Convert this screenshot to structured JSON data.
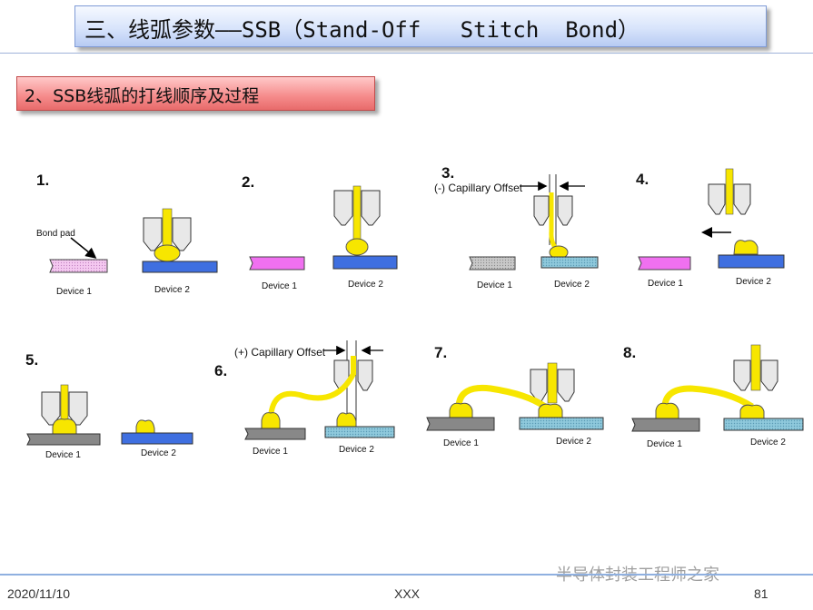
{
  "title": "三、线弧参数——SSB（Stand-Off   Stitch  Bond）",
  "subtitle": "2、SSB线弧的打线顺序及过程",
  "steps": [
    "1.",
    "2.",
    "3.",
    "4.",
    "5.",
    "6.",
    "7.",
    "8."
  ],
  "labels": {
    "bond_pad": "Bond pad",
    "device1": "Device 1",
    "device2": "Device 2",
    "neg_offset": "(-) Capillary Offset",
    "pos_offset": "(+) Capillary Offset"
  },
  "footer": {
    "date": "2020/11/10",
    "center": "XXX",
    "page": "81"
  },
  "watermark": "半导体封装工程师之家",
  "colors": {
    "title_bg": "#c9d8f7",
    "subtitle_bg": "#f58a8a",
    "wire": "#f7e600",
    "device2_blue": "#3f6fe0",
    "device1_pink": "#f070f0"
  }
}
